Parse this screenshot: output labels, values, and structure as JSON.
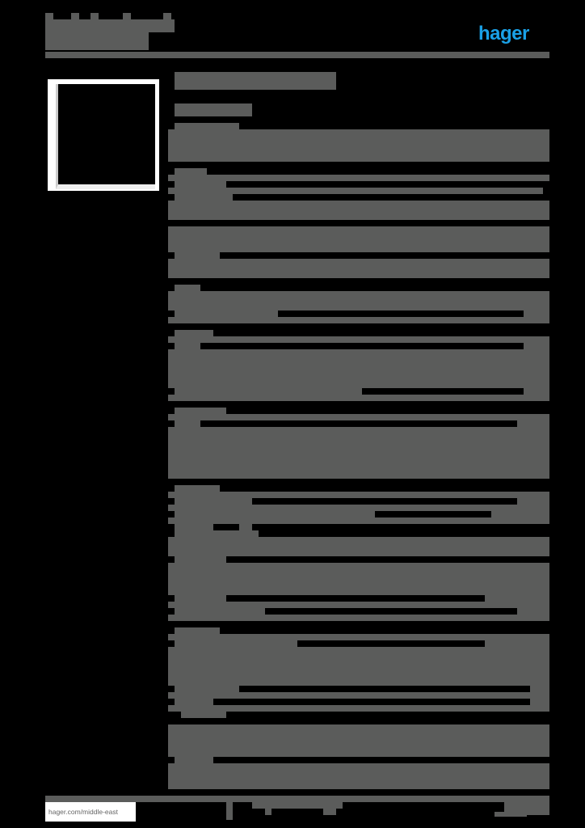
{
  "header": {
    "brand_logo": "hager",
    "brand_color": "#1aa0e6",
    "title_redacted": true
  },
  "product": {
    "image": "product-photo-white-square-cover-plate",
    "content_redacted": true
  },
  "footer": {
    "website": "hager.com/middle-east"
  },
  "colors": {
    "redaction_gray": "#5b5c5b",
    "background": "#000000"
  }
}
